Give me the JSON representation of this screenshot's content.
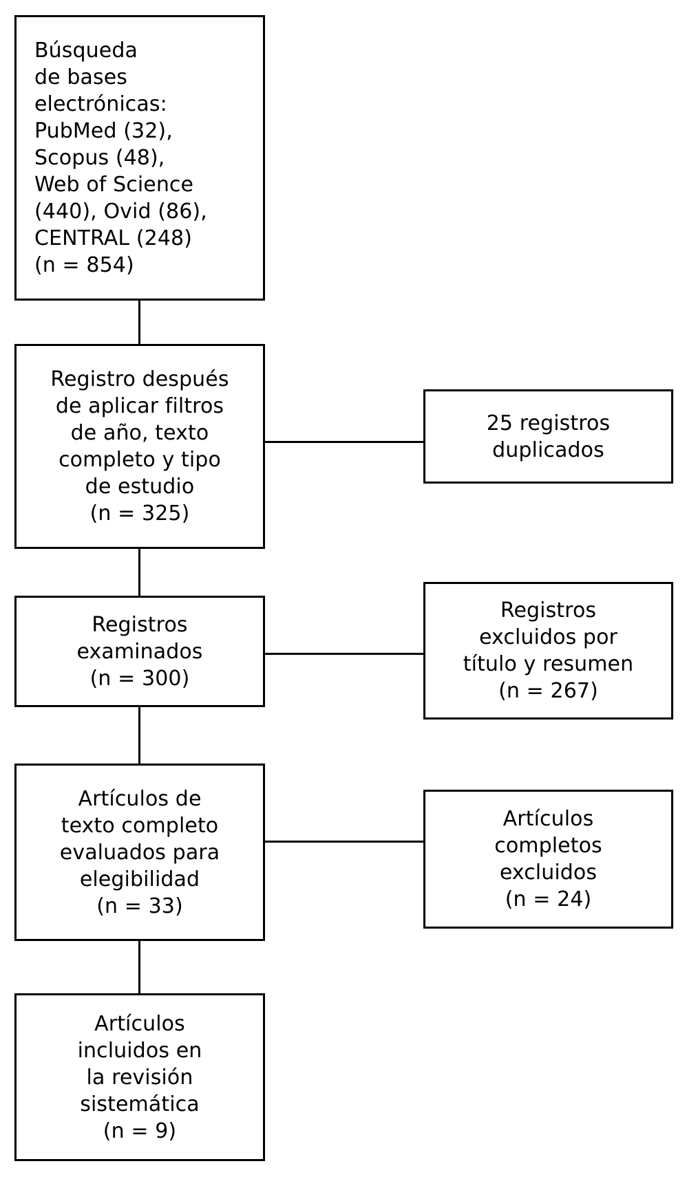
{
  "diagram": {
    "type": "prisma-flow-diagram",
    "language": "es",
    "background_color": "#ffffff",
    "line_color": "#000000",
    "text_color": "#000000",
    "identification": {
      "databases": [
        {
          "name": "PubMed",
          "count": 32
        },
        {
          "name": "Scopus",
          "count": 48
        },
        {
          "name": "Web of Science",
          "count": 440
        },
        {
          "name": "Ovid",
          "count": 86
        },
        {
          "name": "CENTRAL",
          "count": 248
        }
      ],
      "total": 854
    },
    "stages": [
      {
        "id": "search",
        "text": "Búsqueda\nde bases\nelectrónicas:\nPubMed (32),\nScopus (48),\nWeb of Science\n(440), Ovid (86),\nCENTRAL (248)\n(n = 854)",
        "n": 854
      },
      {
        "id": "after-filters",
        "text": "Registro después\nde aplicar filtros\nde año, texto\ncompleto y tipo\nde estudio\n(n = 325)",
        "n": 325
      },
      {
        "id": "screened",
        "text": "Registros\nexaminados\n(n = 300)",
        "n": 300
      },
      {
        "id": "eligibility",
        "text": "Artículos de\ntexto completo\nevaluados para\nelegibilidad\n(n = 33)",
        "n": 33
      },
      {
        "id": "included",
        "text": "Artículos\nincluidos en\nla revisión\nsistemática\n(n = 9)",
        "n": 9
      }
    ],
    "exclusions": [
      {
        "id": "duplicates",
        "text": "25 registros\nduplicados",
        "n": 25
      },
      {
        "id": "excluded-title-abstract",
        "text": "Registros\nexcluidos por\ntítulo y resumen\n(n = 267)",
        "n": 267
      },
      {
        "id": "excluded-fulltext",
        "text": "Artículos\ncompletos\nexcluidos\n(n = 24)",
        "n": 24
      }
    ]
  }
}
